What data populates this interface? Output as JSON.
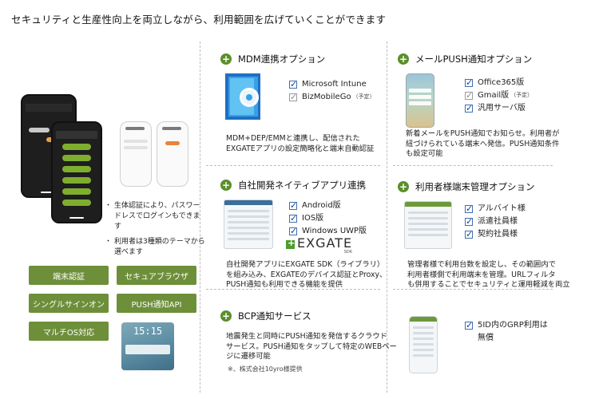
{
  "headline": "セキュリティと生産性向上を両立しながら、利用範囲を広げていくことができます",
  "left": {
    "bullets": [
      "生体認証により、パスワードレスでログインもできます",
      "利用者は3種類のテーマから選べます"
    ],
    "features": [
      "端末認証",
      "セキュアブラウザ",
      "シングルサインオン",
      "PUSH通知API",
      "マルチOS対応"
    ],
    "lock_screen_time": "15:15"
  },
  "mdm": {
    "title": "MDM連携オプション",
    "checks": [
      {
        "label": "Microsoft Intune",
        "note": "",
        "style": "active"
      },
      {
        "label": "BizMobileGo",
        "note": "（予定）",
        "style": "grey"
      }
    ],
    "desc": [
      "MDM+DEP/EMMと連携し、配信された",
      "EXGATEアプリの設定簡略化と端末自動認証"
    ]
  },
  "mail": {
    "title": "メールPUSH通知オプション",
    "checks": [
      {
        "label": "Office365版",
        "note": "",
        "style": "active"
      },
      {
        "label": "Gmail版",
        "note": "（予定）",
        "style": "grey"
      },
      {
        "label": "汎用サーバ版",
        "note": "",
        "style": "active"
      }
    ],
    "desc": [
      "新着メールをPUSH通知でお知らせ。利用者が",
      "紐づけられている端末へ発信。PUSH通知条件",
      "も設定可能"
    ]
  },
  "native": {
    "title": "自社開発ネイティブアプリ連携",
    "checks": [
      {
        "label": "Android版",
        "note": "",
        "style": "active"
      },
      {
        "label": "IOS版",
        "note": "",
        "style": "active"
      },
      {
        "label": "Windows UWP版",
        "note": "",
        "style": "active"
      }
    ],
    "logo_text": "EXGATE",
    "logo_sub": "SDK",
    "desc": [
      "自社開発アプリにEXGATE SDK（ライブラリ）",
      "を組み込み、EXGATEのデバイス認証とProxy、",
      "PUSH通知も利用できる機能を提供"
    ]
  },
  "device": {
    "title": "利用者様端末管理オプション",
    "checks": [
      {
        "label": "アルバイト様",
        "note": "",
        "style": "active"
      },
      {
        "label": "派遣社員様",
        "note": "",
        "style": "active"
      },
      {
        "label": "契約社員様",
        "note": "",
        "style": "active"
      }
    ],
    "desc": [
      "管理者様で利用台数を設定し、その範囲内で",
      "利用者様側で利用端末を管理。URLフィルタ",
      "も併用することでセキュリティと運用軽減を両立"
    ]
  },
  "bcp": {
    "title": "BCP通知サービス",
    "desc": [
      "地震発生と同時にPUSH通知を発信するクラウド",
      "サービス。PUSH通知をタップして特定のWEBペー",
      "ジに遷移可能"
    ],
    "footnote": "※、株式会社10yro様提供"
  },
  "grp": {
    "checks": [
      {
        "label": "5ID内のGRP利用は",
        "note": "",
        "style": "active"
      }
    ],
    "sub": "無償"
  }
}
